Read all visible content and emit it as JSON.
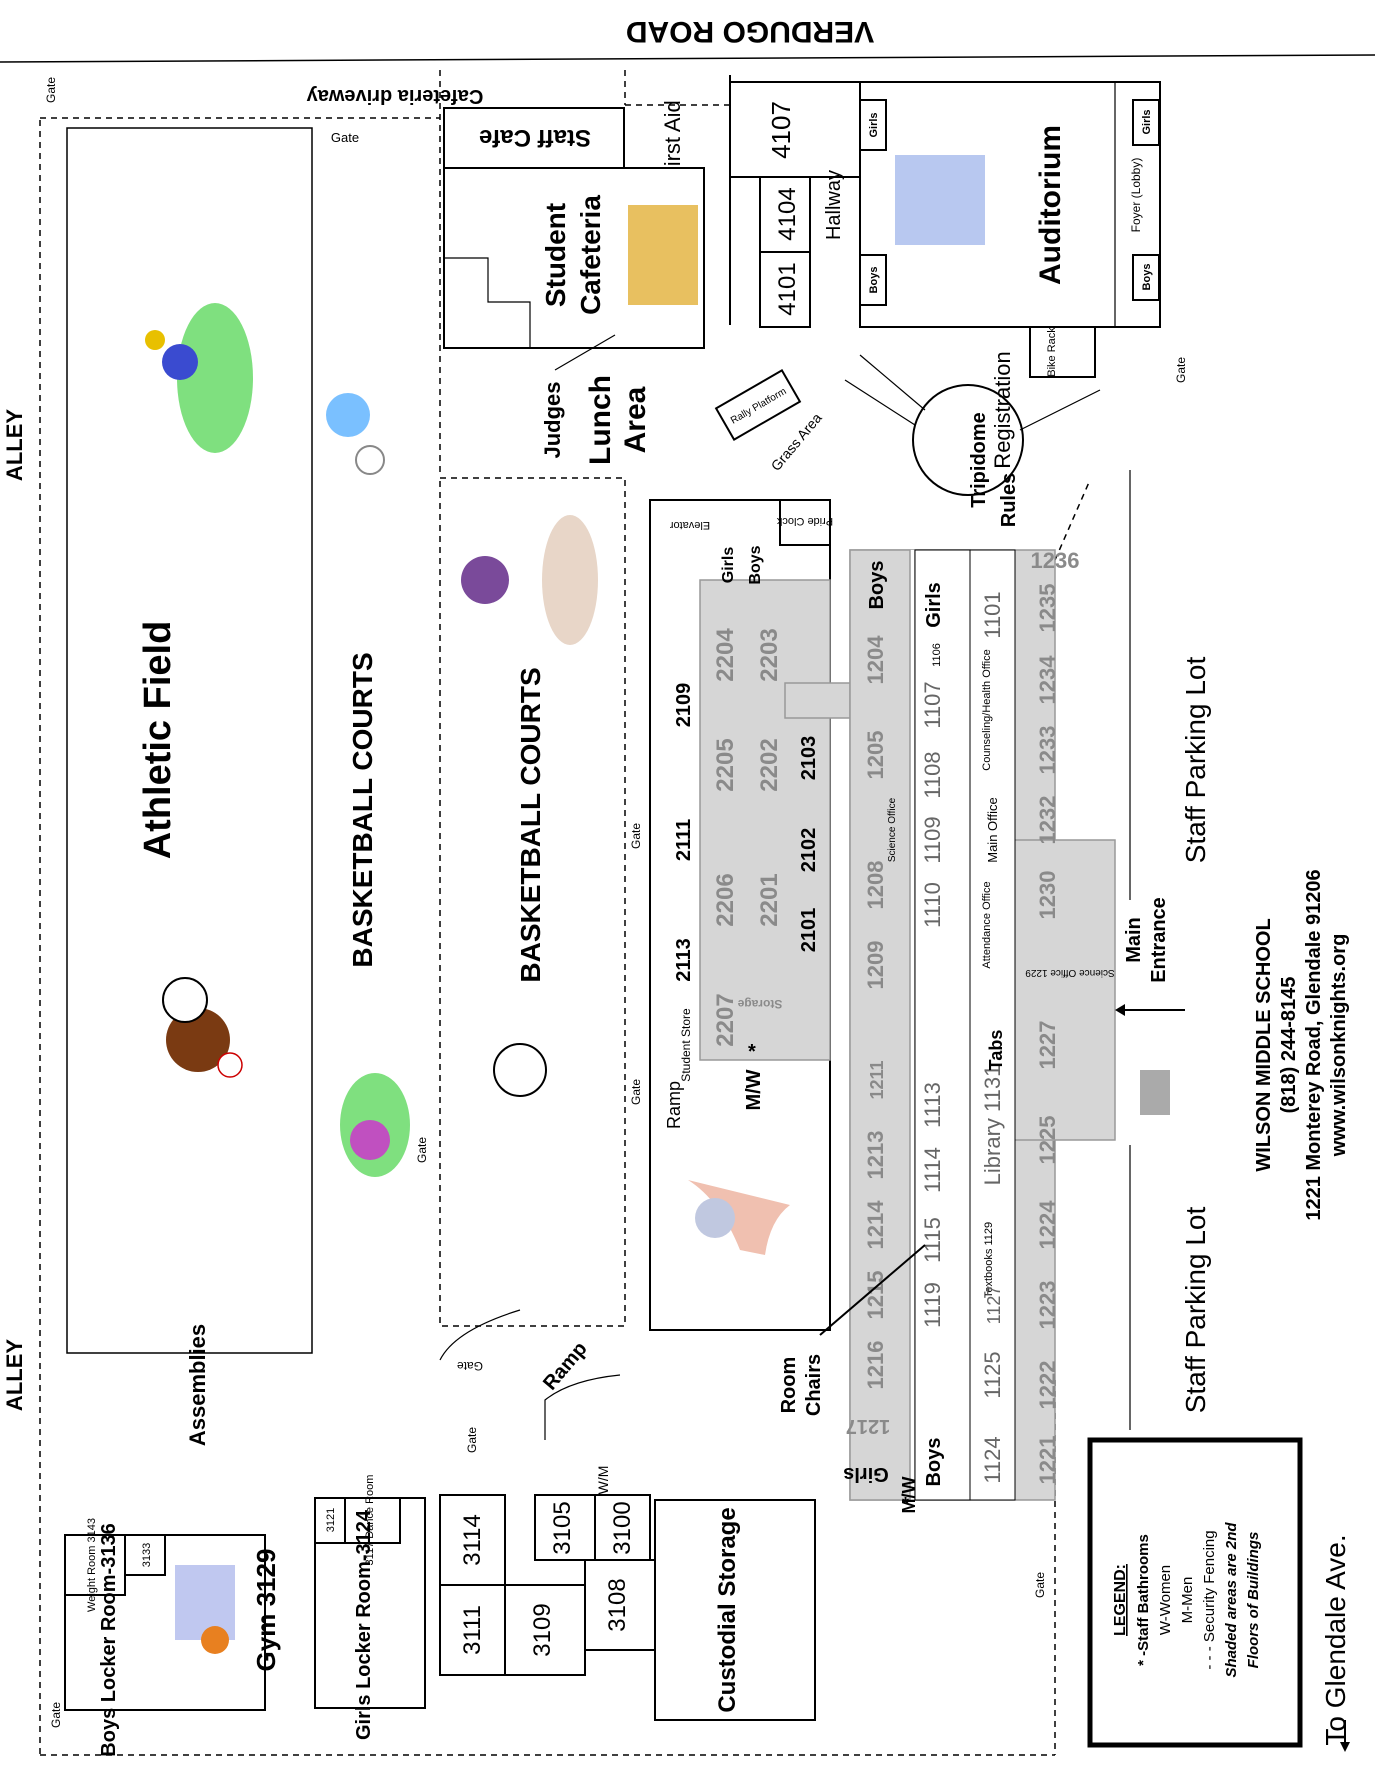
{
  "road_top": "VERDUGO ROAD",
  "alley_upper": "ALLEY",
  "alley_lower": "ALLEY",
  "to_glendale": "To Glendale Ave.",
  "gate": "Gate",
  "athletic_field": "Athletic Field",
  "basketball_courts_1": "BASKETBALL COURTS",
  "basketball_courts_2": "BASKETBALL COURTS",
  "assemblies": "Assemblies",
  "cafeteria_driveway": "Cafeteria driveway",
  "staff_cafe": "Staff Cafe",
  "first_aid": "First Aid",
  "student_cafeteria_1": "Student",
  "student_cafeteria_2": "Cafeteria",
  "judges": "Judges",
  "lunch_area_1": "Lunch",
  "lunch_area_2": "Area",
  "rally_platform": "Rally Platform",
  "grass_area": "Grass Area",
  "rooms_4000": [
    "4107",
    "4104",
    "4101"
  ],
  "hallway": "Hallway",
  "auditorium": "Auditorium",
  "foyer": "Foyer (Lobby)",
  "girls": "Girls",
  "boys": "Boys",
  "bike_rack": "Bike Rack",
  "tripidome": "Tripidome",
  "registration": "Registration",
  "rules": "Rules",
  "elevator": "Elevator",
  "pride_clock": "Pride Clock",
  "rooms_2000_top": [
    "2109",
    "2111",
    "2113"
  ],
  "rooms_2000_grey_upper": [
    "2204",
    "2205",
    "2206",
    "2207"
  ],
  "rooms_2000_grey_lower": [
    "2203",
    "2202",
    "2201"
  ],
  "rooms_2000_bottom": [
    "2103",
    "2102",
    "2101"
  ],
  "storage": "Storage",
  "student_store": "Student Store",
  "ramp": "Ramp",
  "mw": "M/W",
  "star": "*",
  "rooms_1200_col": [
    "1204",
    "1205",
    "1208",
    "1209",
    "1211",
    "1213",
    "1214",
    "1215",
    "1216",
    "1217"
  ],
  "rooms_1100_col": [
    "1106",
    "1107",
    "1108",
    "1109",
    "1110",
    "1113",
    "1114",
    "1115",
    "1119"
  ],
  "science_office_1": "Science Office",
  "rooms_1100_right": [
    "1101",
    "1125",
    "1124",
    "1127"
  ],
  "counseling": "Counseling/Health Office",
  "main_office": "Main Office",
  "attendance": "Attendance Office",
  "library": "Library 1131",
  "textbooks": "Textbooks 1129",
  "tabs": "Tabs",
  "rooms_1200_right": [
    "1236",
    "1235",
    "1234",
    "1233",
    "1232",
    "1230",
    "1227",
    "1225",
    "1224",
    "1223",
    "1222",
    "1221"
  ],
  "science_office_2": "Science Office 1229",
  "main_entrance_1": "Main",
  "main_entrance_2": "Entrance",
  "staff_parking_1": "Staff Parking Lot",
  "staff_parking_2": "Staff Parking Lot",
  "room_chairs_1": "Room",
  "room_chairs_2": "Chairs",
  "school_name": "WILSON MIDDLE SCHOOL",
  "school_phone": "(818) 244-8145",
  "school_address": "1221 Monterey Road,  Glendale  91206",
  "school_web": "www.wilsonknights.org",
  "weight_room": "Weight Room 3143",
  "room_3133": "3133",
  "boys_locker": "Boys Locker Room-3136",
  "gym": "Gym 3129",
  "room_3121": "3121",
  "dance_room": "3117 Dance Room",
  "girls_locker": "Girls Locker Room-3124",
  "rooms_3000": [
    "3114",
    "3111",
    "3109",
    "3108",
    "3105",
    "3100"
  ],
  "custodial": "Custodial Storage",
  "wm": "W/M",
  "legend_title": "LEGEND:",
  "legend_items": [
    "* -Staff Bathrooms",
    "W-Women",
    "M-Men",
    "- - -  Security Fencing",
    "Shaded areas are  2nd",
    "Floors of Buildings"
  ]
}
